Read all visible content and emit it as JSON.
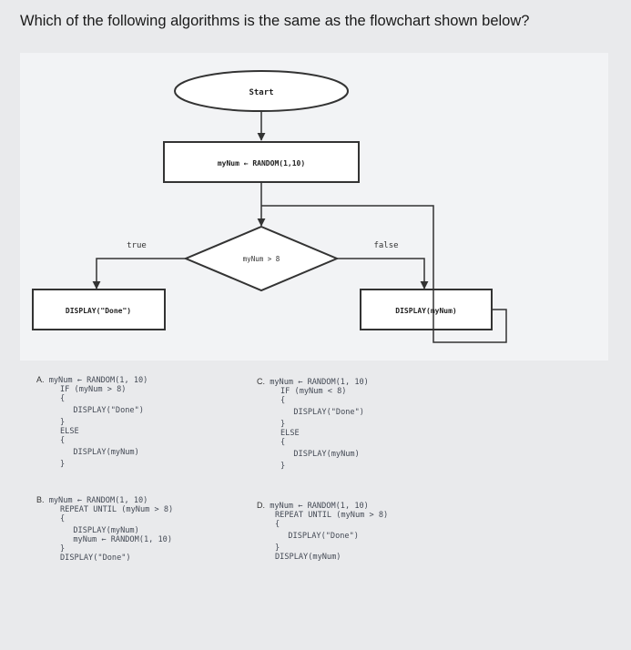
{
  "question": "Which of the following algorithms is the same as the flowchart shown below?",
  "flowchart": {
    "start": "Start",
    "assign": "myNum ← RANDOM(1,10)",
    "decision": "myNum > 8",
    "true_label": "true",
    "false_label": "false",
    "true_action": "DISPLAY(\"Done\")",
    "false_action": "DISPLAY(myNum)"
  },
  "options": [
    {
      "letter": "A.",
      "lines": [
        "myNum ← RANDOM(1, 10)",
        "IF (myNum > 8)",
        "{",
        "  DISPLAY(\"Done\")",
        "}",
        "ELSE",
        "{",
        "  DISPLAY(myNum)",
        "}"
      ]
    },
    {
      "letter": "B.",
      "lines": [
        "myNum ← RANDOM(1, 10)",
        "REPEAT UNTIL (myNum > 8)",
        "{",
        "  DISPLAY(myNum)",
        "  myNum ← RANDOM(1, 10)",
        "}",
        "DISPLAY(\"Done\")"
      ]
    },
    {
      "letter": "C.",
      "lines": [
        "myNum ← RANDOM(1, 10)",
        "IF (myNum < 8)",
        "{",
        "  DISPLAY(\"Done\")",
        "}",
        "ELSE",
        "{",
        "  DISPLAY(myNum)",
        "}"
      ]
    },
    {
      "letter": "D.",
      "lines": [
        "myNum ← RANDOM(1, 10)",
        "REPEAT UNTIL (myNum > 8)",
        "{",
        "  DISPLAY(\"Done\")",
        "}",
        "DISPLAY(myNum)"
      ]
    }
  ]
}
